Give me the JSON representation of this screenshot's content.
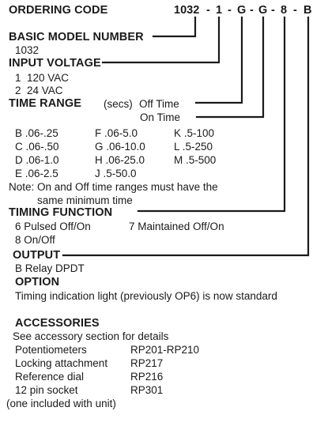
{
  "header": {
    "title": "ORDERING CODE",
    "code": {
      "model": "1032",
      "sep": "-",
      "voltage": "1",
      "off_time": "G",
      "on_time": "G",
      "function": "8",
      "output": "B"
    }
  },
  "basic_model": {
    "heading": "BASIC MODEL NUMBER",
    "value": "1032"
  },
  "input_voltage": {
    "heading": "INPUT VOLTAGE",
    "options": [
      {
        "code": "1",
        "label": "120 VAC"
      },
      {
        "code": "2",
        "label": "24 VAC"
      }
    ]
  },
  "time_range": {
    "heading": "TIME RANGE",
    "unit": "(secs)",
    "off_label": "Off Time",
    "on_label": "On Time",
    "rows": [
      [
        "B .06-.25",
        "F .06-5.0",
        "K .5-100"
      ],
      [
        "C .06-.50",
        "G .06-10.0",
        "L .5-250"
      ],
      [
        "D .06-1.0",
        "H .06-25.0",
        "M .5-500"
      ],
      [
        "E .06-2.5",
        "J .5-50.0",
        ""
      ]
    ],
    "note_line1": "Note: On and Off time ranges must have the",
    "note_line2": "same minimum time"
  },
  "timing_function": {
    "heading": "TIMING FUNCTION",
    "options": [
      "6  Pulsed Off/On",
      "7 Maintained Off/On",
      "8  On/Off"
    ]
  },
  "output": {
    "heading": "OUTPUT",
    "value": "B Relay DPDT"
  },
  "option": {
    "heading": "OPTION",
    "value": "Timing indication light (previously OP6) is now standard"
  },
  "accessories": {
    "heading": "ACCESSORIES",
    "intro": "See accessory section for details",
    "items": [
      {
        "name": "Potentiometers",
        "part": "RP201-RP210"
      },
      {
        "name": "Locking attachment",
        "part": "RP217"
      },
      {
        "name": "Reference dial",
        "part": "RP216"
      },
      {
        "name": "12 pin socket",
        "part": "RP301"
      }
    ],
    "footnote": "(one included with unit)"
  },
  "colors": {
    "text": "#1a1a1a",
    "lines": "#1a1a1a",
    "background": "#ffffff"
  }
}
